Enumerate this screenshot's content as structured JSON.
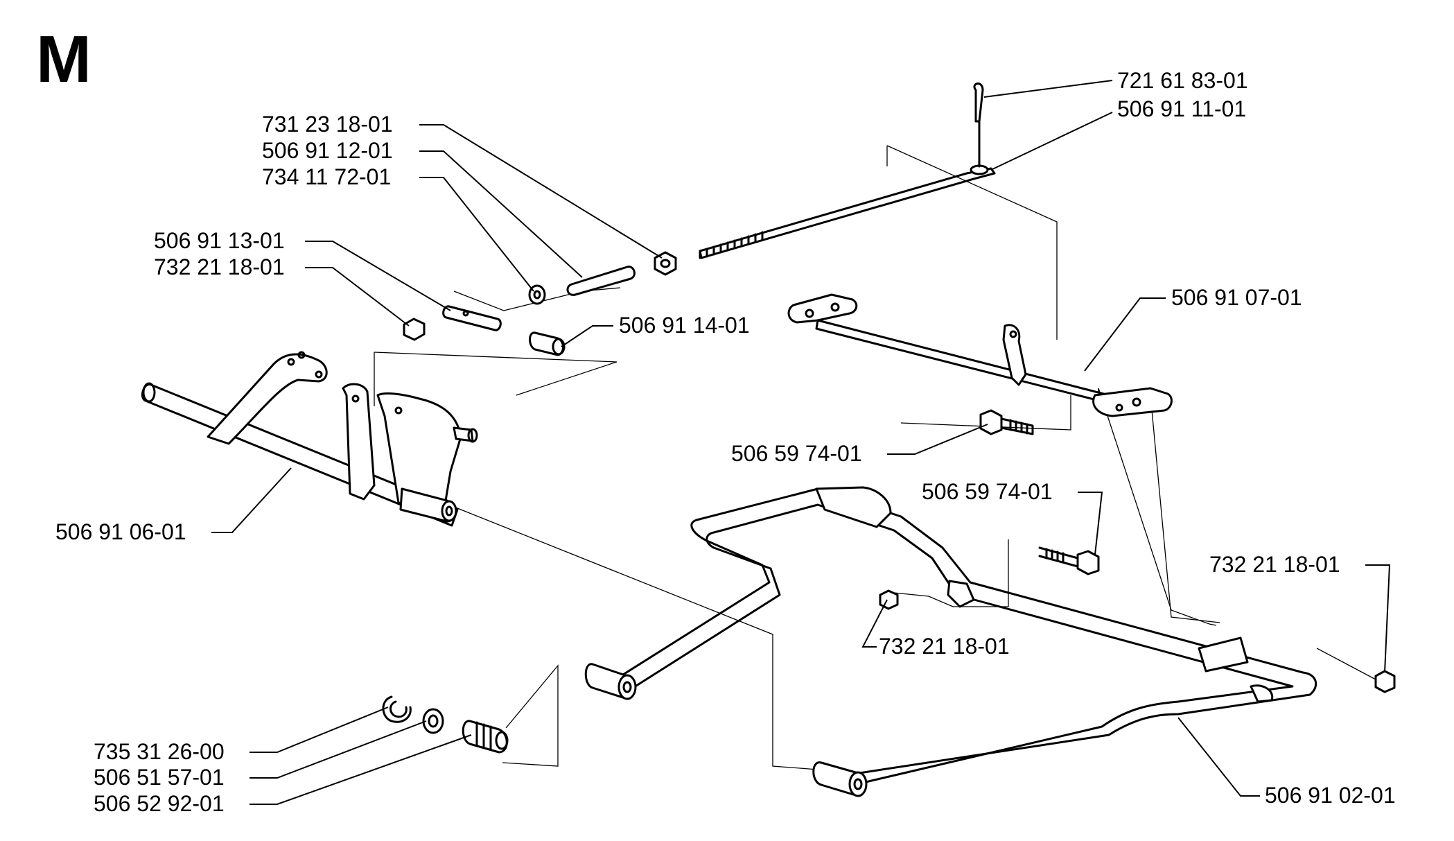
{
  "diagram": {
    "section_letter": "M",
    "part_labels": {
      "cotter_pin": "721 61 83-01",
      "control_rod": "506 91 11-01",
      "nut_rod": "731 23 18-01",
      "spacer_sleeve": "506 91 12-01",
      "washer_small": "734 11 72-01",
      "pin": "506 91 13-01",
      "nut_left": "732 21 18-01",
      "bushing": "506 91 14-01",
      "rear_shaft": "506 91 07-01",
      "bolt_upper": "506 59 74-01",
      "bolt_lower": "506 59 74-01",
      "nut_right": "732 21 18-01",
      "front_shaft": "506 91 06-01",
      "nut_center": "732 21 18-01",
      "circlip": "735 31 26-00",
      "washer": "506 51 57-01",
      "roller_bearing": "506 52 92-01",
      "frame": "506 91 02-01"
    }
  }
}
